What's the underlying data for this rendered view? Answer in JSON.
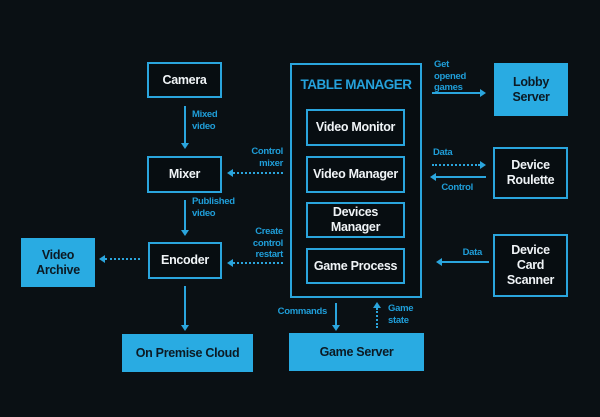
{
  "diagram": {
    "title": "TABLE MANAGER",
    "colors": {
      "accent_cyan": "#29abe2",
      "background": "#0a1014",
      "box_fill": "#070d11",
      "edge_label_text": "#1f9ed9",
      "node_text": "#f0f4f7",
      "filled_box_text": "#0c1a24"
    },
    "nodes": {
      "camera": "Camera",
      "mixer": "Mixer",
      "encoder": "Encoder",
      "video_archive": "Video\nArchive",
      "on_premise_cloud": "On Premise Cloud",
      "video_monitor": "Video Monitor",
      "video_manager": "Video Manager",
      "devices_manager": "Devices Manager",
      "game_process": "Game Process",
      "game_server": "Game Server",
      "lobby_server": "Lobby\nServer",
      "device_roulette": "Device\nRoulette",
      "device_card_scanner": "Device\nCard\nScanner"
    },
    "edge_labels": {
      "mixed_video": "Mixed\nvideo",
      "control_mixer": "Control\nmixer",
      "published_video": "Published\nvideo",
      "create_control_restart": "Create\ncontrol\nrestart",
      "commands": "Commands",
      "game_state": "Game\nstate",
      "get_opened_games": "Get\nopened\ngames",
      "data_to_roulette": "Data",
      "control_from_roulette": "Control",
      "data_from_card_scanner": "Data"
    }
  }
}
